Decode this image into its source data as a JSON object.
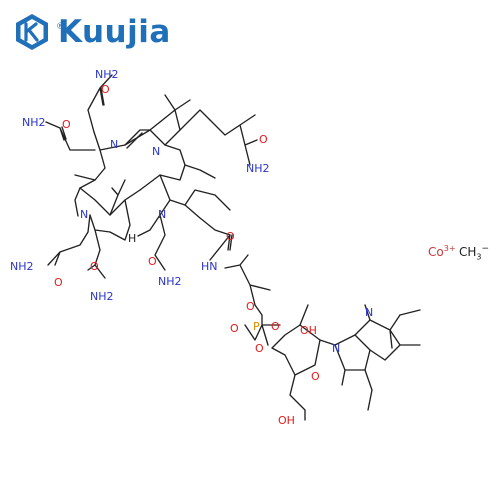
{
  "brand": {
    "name": "Kuujia",
    "registered": "®",
    "color": "#1f6fb9"
  },
  "structure": {
    "atom_color_N": "#2a36c8",
    "atom_color_O": "#e31b1b",
    "atom_color_C": "#222222",
    "labels": {
      "nh2_1": "NH2",
      "nh2_2": "NH2",
      "nh2_3": "NH2",
      "nh2_4": "NH2",
      "nh2_5": "NH2",
      "nh2_6": "NH2",
      "o_1": "O",
      "o_2": "O",
      "o_3": "O",
      "o_4": "O",
      "o_5": "O",
      "o_6": "O",
      "o_7": "O",
      "n_1": "N",
      "n_2": "N",
      "n_3": "N",
      "n_4": "N",
      "h_1": "H",
      "hn": "HN",
      "o_ester": "O",
      "o_minus": "O",
      "p": "P",
      "o_p1": "O",
      "o_p2": "O",
      "oh_1": "OH",
      "oh_2": "OH",
      "n_bz1": "N",
      "n_bz2": "N",
      "o_ring": "O"
    }
  },
  "ions": {
    "cobalt": "Co",
    "cobalt_charge": "3+",
    "methyl": "CH",
    "methyl_sub": "3",
    "methyl_charge": "−"
  }
}
